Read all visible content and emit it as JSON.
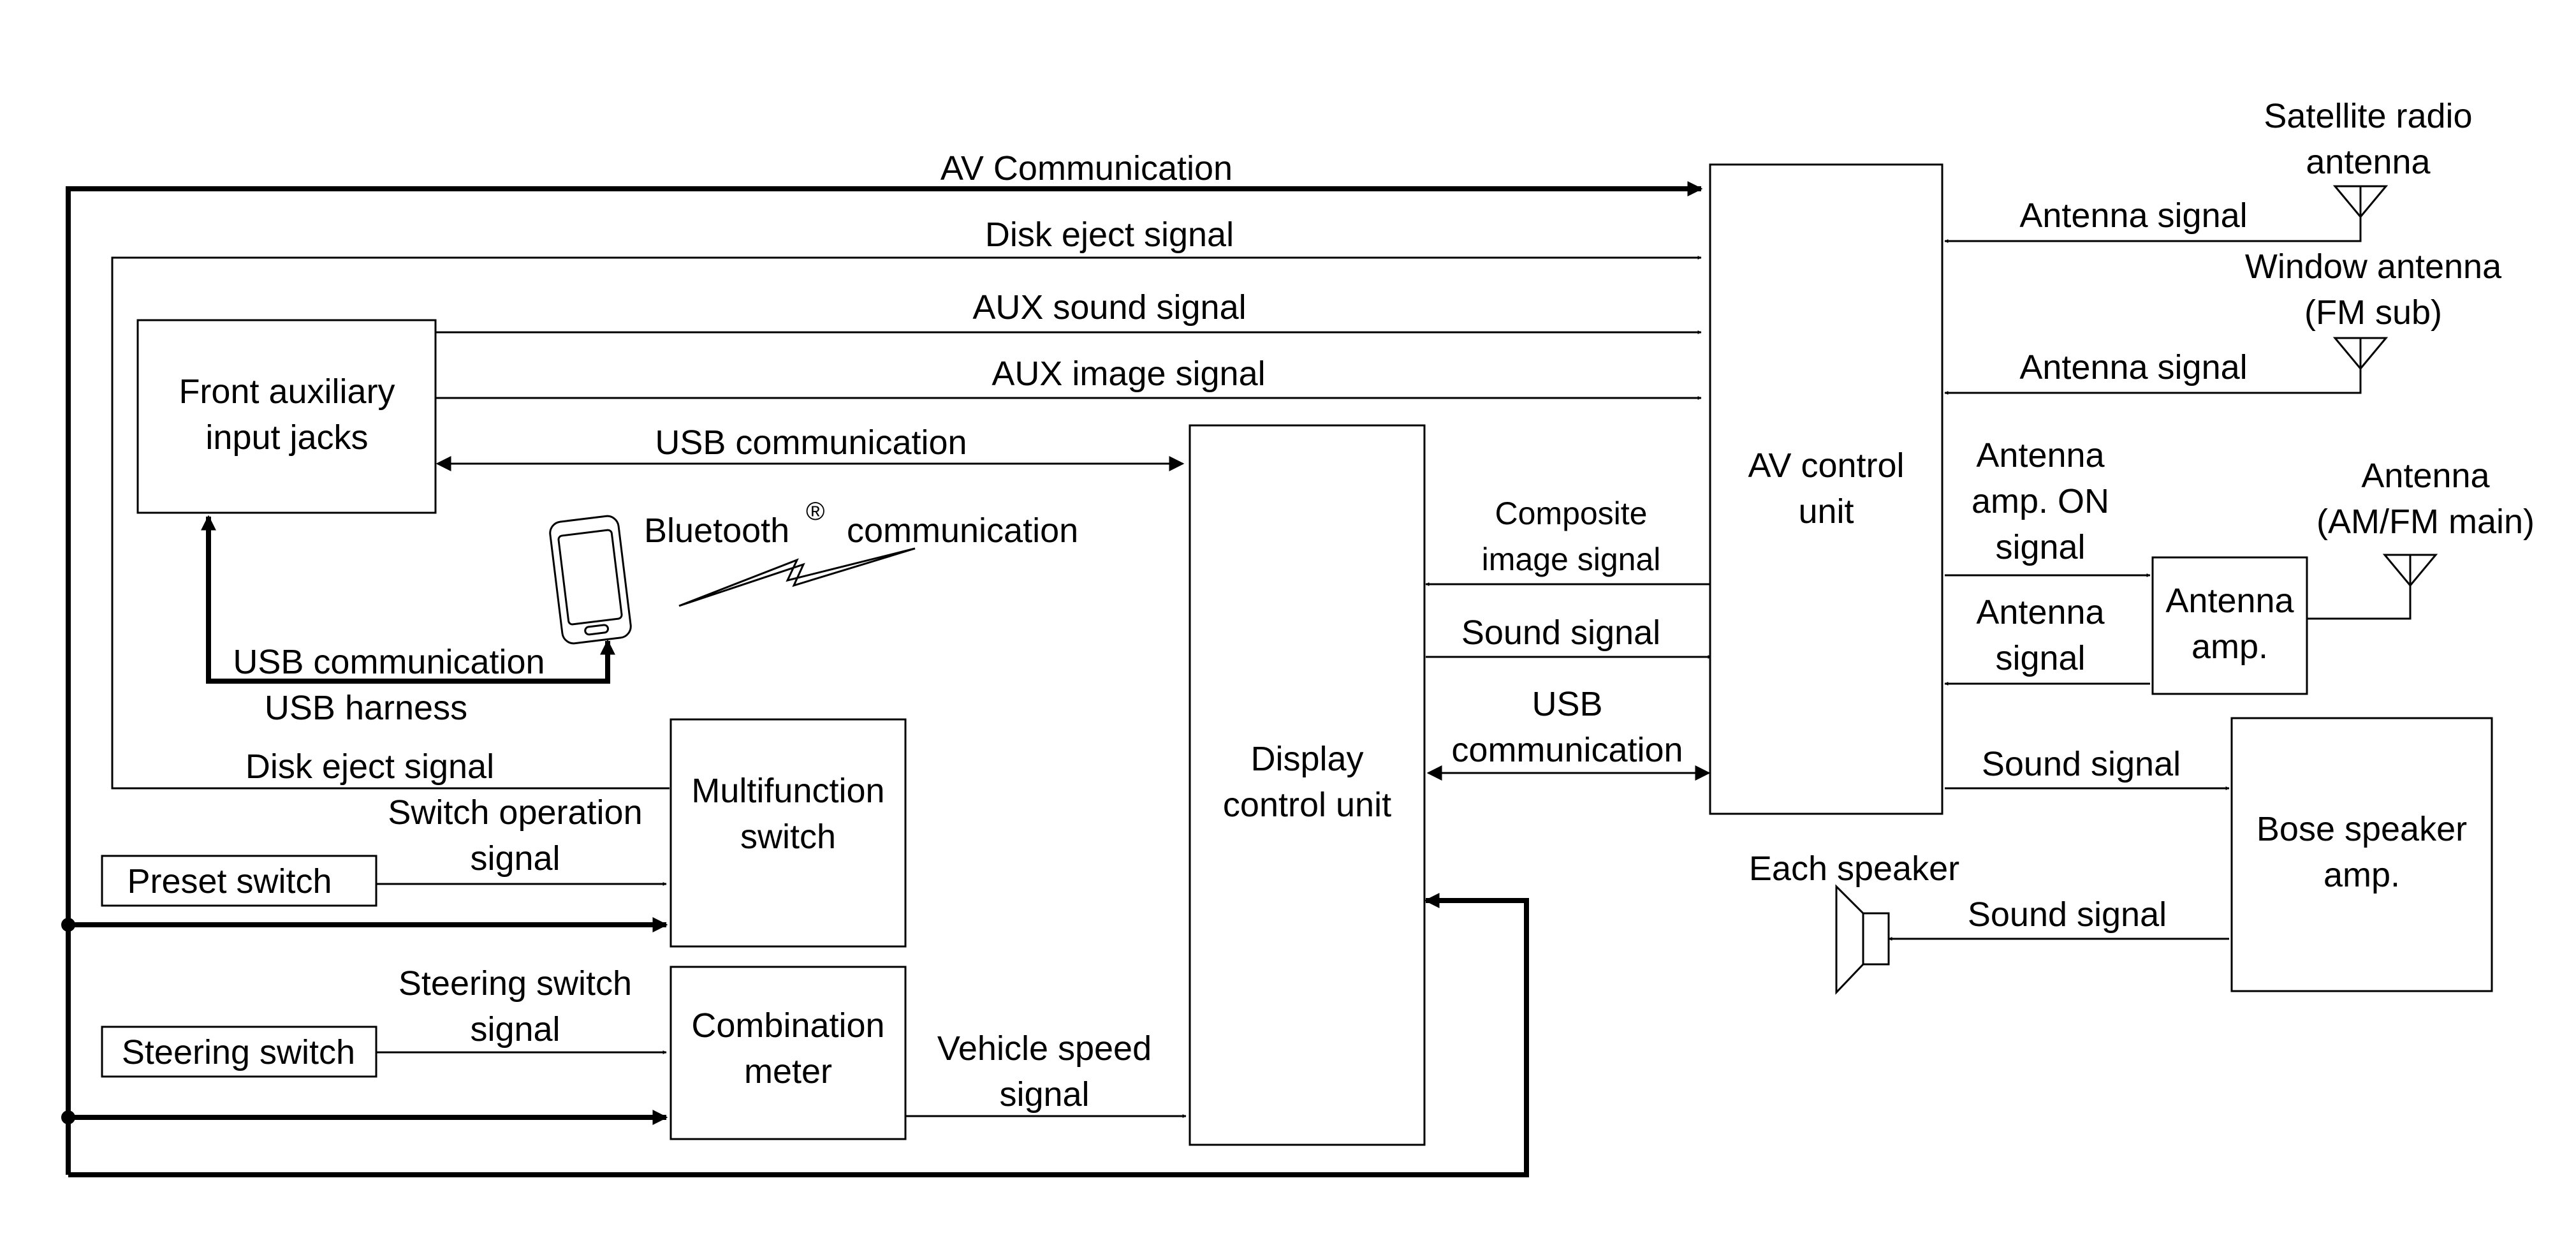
{
  "blocks": {
    "front_aux": [
      "Front auxiliary",
      "input jacks"
    ],
    "display_control": [
      "Display",
      "control unit"
    ],
    "av_control": [
      "AV control",
      "unit"
    ],
    "multifunction": [
      "Multifunction",
      "switch"
    ],
    "combination_meter": [
      "Combination",
      "meter"
    ],
    "preset_switch": "Preset switch",
    "steering_switch": "Steering switch",
    "antenna_amp": [
      "Antenna",
      "amp."
    ],
    "bose_amp": [
      "Bose speaker",
      "amp."
    ]
  },
  "signals": {
    "av_communication": "AV Communication",
    "disk_eject_top": "Disk eject signal",
    "aux_sound": "AUX sound signal",
    "aux_image": "AUX image signal",
    "usb_comm_top": "USB communication",
    "bluetooth": "Bluetooth",
    "bluetooth_mark": "®",
    "bluetooth_comm": "communication",
    "usb_comm_lower": "USB communication",
    "usb_harness": "USB harness",
    "disk_eject_lower": "Disk eject signal",
    "switch_operation": [
      "Switch operation",
      "signal"
    ],
    "steering_signal": [
      "Steering switch",
      "signal"
    ],
    "vehicle_speed": [
      "Vehicle speed",
      "signal"
    ],
    "composite_image": [
      "Composite",
      "image signal"
    ],
    "sound_display": "Sound signal",
    "usb_display_av": [
      "USB",
      "communication"
    ],
    "antenna_signal_sat": "Antenna signal",
    "antenna_signal_window": "Antenna signal",
    "antenna_amp_on": [
      "Antenna",
      "amp. ON",
      "signal"
    ],
    "antenna_signal_amp": [
      "Antenna",
      "signal"
    ],
    "sound_to_bose": "Sound signal",
    "sound_to_speaker": "Sound signal"
  },
  "antennas": {
    "satellite": [
      "Satellite radio",
      "antenna"
    ],
    "window": [
      "Window antenna",
      "(FM sub)"
    ],
    "main": [
      "Antenna",
      "(AM/FM main)"
    ]
  },
  "speaker_label": "Each speaker"
}
